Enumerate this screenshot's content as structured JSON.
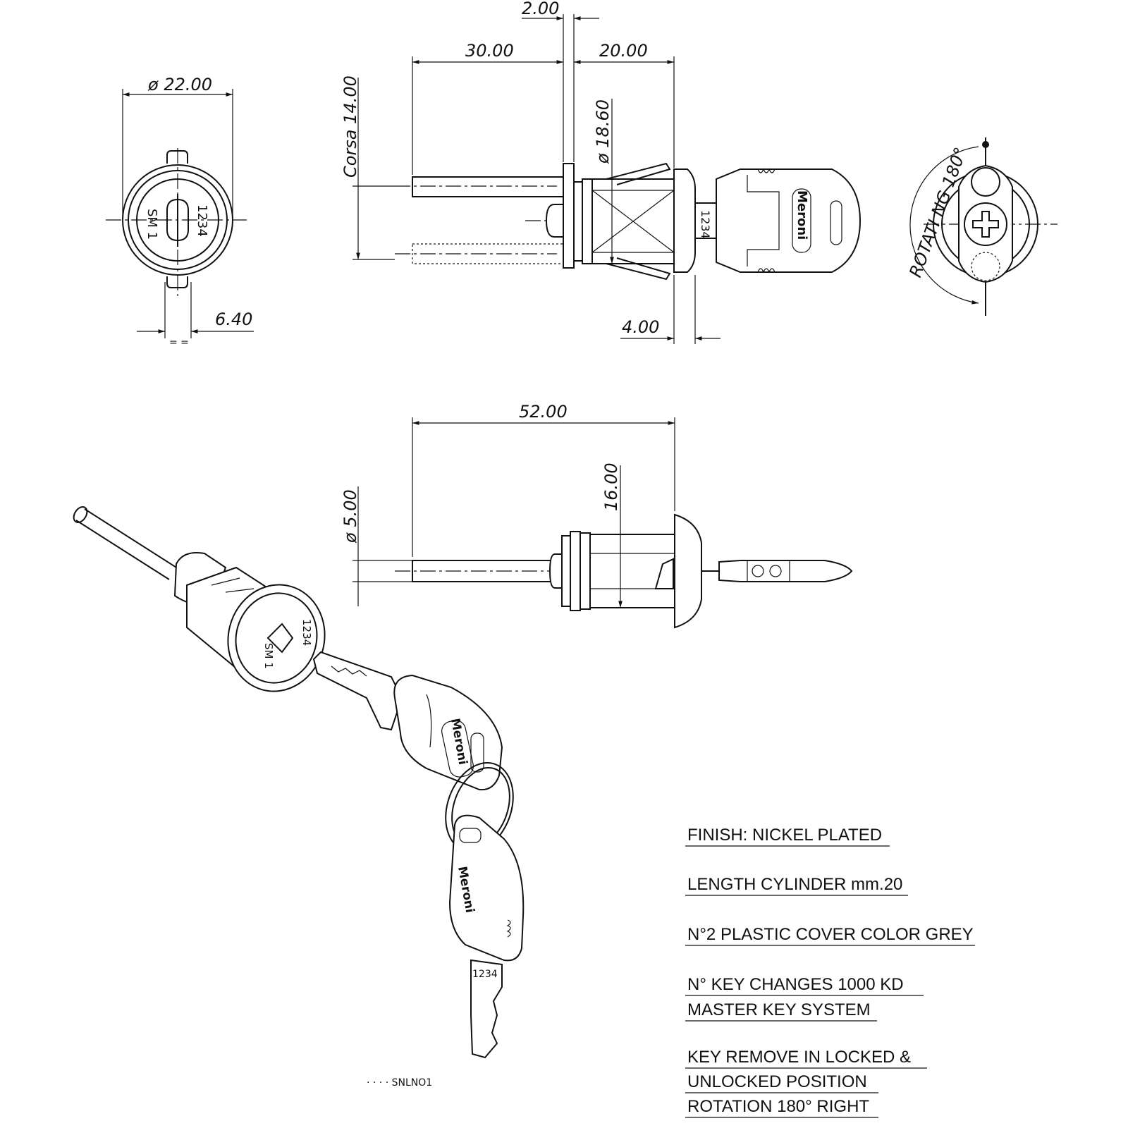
{
  "dimensions": {
    "d22": "ø 22.00",
    "d640": "6.40",
    "d200": "2.00",
    "d3000": "30.00",
    "d2000": "20.00",
    "corsa": "Corsa 14.00",
    "d1860": "ø 18.60",
    "d400": "4.00",
    "rotating": "ROTATI NG 180°",
    "d5200": "52.00",
    "d500": "ø 5.00",
    "d1600": "16.00"
  },
  "front_face": {
    "number": "1234",
    "mark": "SM 1"
  },
  "key_brand": "Meroni",
  "key_number": "1234",
  "notes": [
    "FINISH: NICKEL PLATED",
    "LENGTH CYLINDER mm.20",
    "N°2 PLASTIC COVER COLOR GREY",
    "N° KEY CHANGES 1000 KD",
    "MASTER KEY SYSTEM",
    "KEY REMOVE IN LOCKED &",
    "UNLOCKED POSITION",
    "ROTATION 180°  RIGHT"
  ],
  "footer_fragment": "· · ·    · SNLNO1"
}
